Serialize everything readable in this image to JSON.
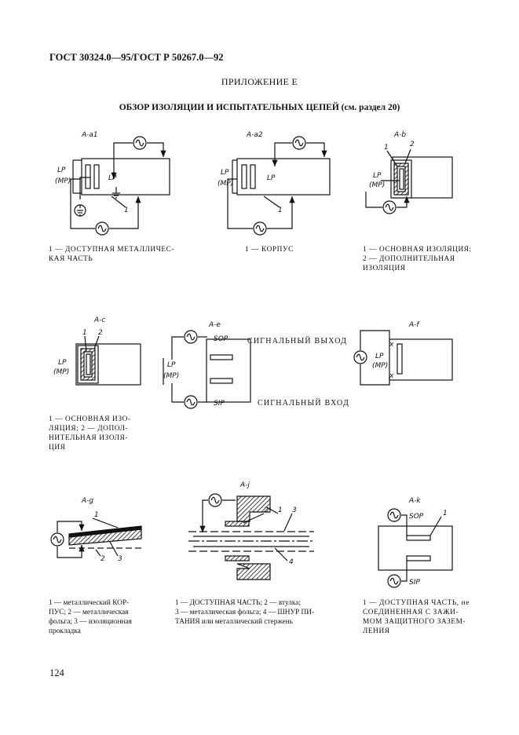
{
  "header": "ГОСТ 30324.0—95/ГОСТ Р 50267.0—92",
  "appendix": "ПРИЛОЖЕНИЕ Е",
  "title": "ОБЗОР ИЗОЛЯЦИИ И ИСПЫТАТЕЛЬНЫХ ЦЕПЕЙ (см. раздел 20)",
  "page_number": "124",
  "labels": {
    "lp": "LP",
    "mp": "(MP)",
    "sop": "SOP",
    "sip": "SIP",
    "n1": "1",
    "n2": "2",
    "n3": "3",
    "n4": "4",
    "x": "x"
  },
  "figures": {
    "aa1": {
      "label": "A-a1",
      "caption": "1 — ДОСТУПНАЯ МЕТАЛЛИЧЕС-\nКАЯ ЧАСТЬ"
    },
    "aa2": {
      "label": "A-a2",
      "caption": "1 — КОРПУС"
    },
    "ab": {
      "label": "A-b",
      "caption": "1 — ОСНОВНАЯ ИЗОЛЯЦИЯ;\n2 — ДОПОЛНИТЕЛЬНАЯ\nИЗОЛЯЦИЯ"
    },
    "ac": {
      "label": "A-c",
      "caption": "1 — ОСНОВНАЯ ИЗО-\nЛЯЦИЯ; 2 — ДОПОЛ-\nНИТЕЛЬНАЯ ИЗОЛЯ-\nЦИЯ"
    },
    "ae": {
      "label": "A-e",
      "signal_out": "СИГНАЛЬНЫЙ ВЫХОД",
      "signal_in": "СИГНАЛЬНЫЙ ВХОД"
    },
    "af": {
      "label": "A-f"
    },
    "ag": {
      "label": "A-g",
      "caption": "1 — металлический КОР-\nПУС; 2 — металлическая\nфольга; 3 — изоляционная\nпрокладка"
    },
    "aj": {
      "label": "A-j",
      "caption": "1 — ДОСТУПНАЯ ЧАСТЬ; 2 — втулка;\n3 — металлическая фольга; 4 — ШНУР ПИ-\nТАНИЯ или металлический стержень"
    },
    "ak": {
      "label": "A-k",
      "caption": "1 — ДОСТУПНАЯ ЧАСТЬ, не\nСОЕДИНЕННАЯ С ЗАЖИ-\nМОМ ЗАЩИТНОГО ЗАЗЕМ-\nЛЕНИЯ"
    }
  }
}
